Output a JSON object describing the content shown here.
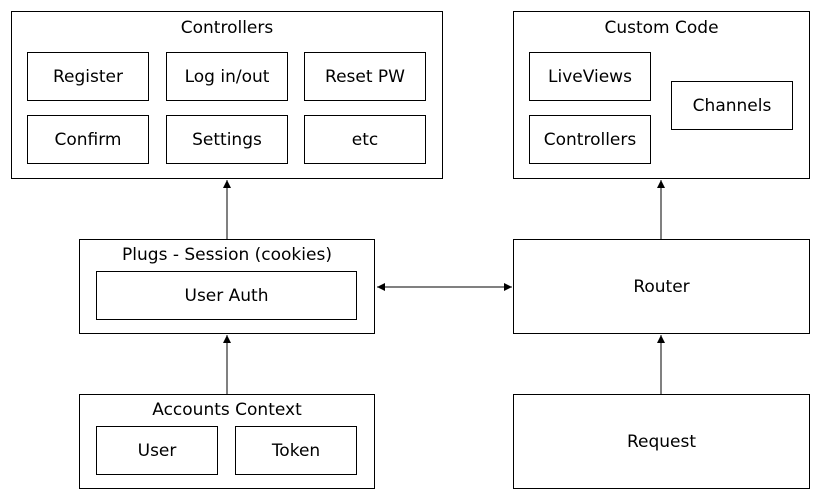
{
  "controllers": {
    "title": "Controllers",
    "items": [
      "Register",
      "Log in/out",
      "Reset PW",
      "Confirm",
      "Settings",
      "etc"
    ]
  },
  "custom_code": {
    "title": "Custom Code",
    "items": [
      "LiveViews",
      "Controllers",
      "Channels"
    ]
  },
  "plugs": {
    "title": "Plugs - Session (cookies)",
    "inner": "User Auth"
  },
  "router": {
    "label": "Router"
  },
  "accounts": {
    "title": "Accounts Context",
    "items": [
      "User",
      "Token"
    ]
  },
  "request": {
    "label": "Request"
  }
}
